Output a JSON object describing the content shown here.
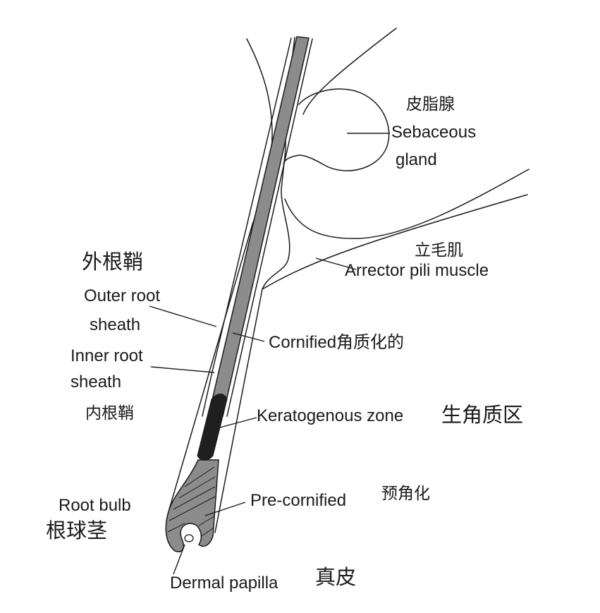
{
  "labels": {
    "sebaceous_zh": "皮脂腺",
    "sebaceous_en_line1": "Sebaceous",
    "sebaceous_en_line2": "gland",
    "arrector_zh": "立毛肌",
    "arrector_en": "Arrector pili muscle",
    "outer_root_zh": "外根鞘",
    "outer_root_en_line1": "Outer root",
    "outer_root_en_line2": "sheath",
    "inner_root_en_line1": "Inner root",
    "inner_root_en_line2": "sheath",
    "inner_root_zh": "内根鞘",
    "cornified": "Cornified角质化的",
    "keratogenous_en": "Keratogenous zone",
    "keratogenous_zh": "生角质区",
    "precornified_en": "Pre-cornified",
    "precornified_zh": "预角化",
    "root_bulb_en": "Root bulb",
    "root_bulb_zh": "根球茎",
    "dermal_papilla_en": "Dermal papilla",
    "dermal_papilla_zh": "真皮"
  },
  "colors": {
    "hair_shaft": "#8c8c8c",
    "keratogenous_zone": "#1f1f1f",
    "root_bulb": "#8c8c8c",
    "line": "#1a1a1a",
    "background": "#ffffff"
  }
}
